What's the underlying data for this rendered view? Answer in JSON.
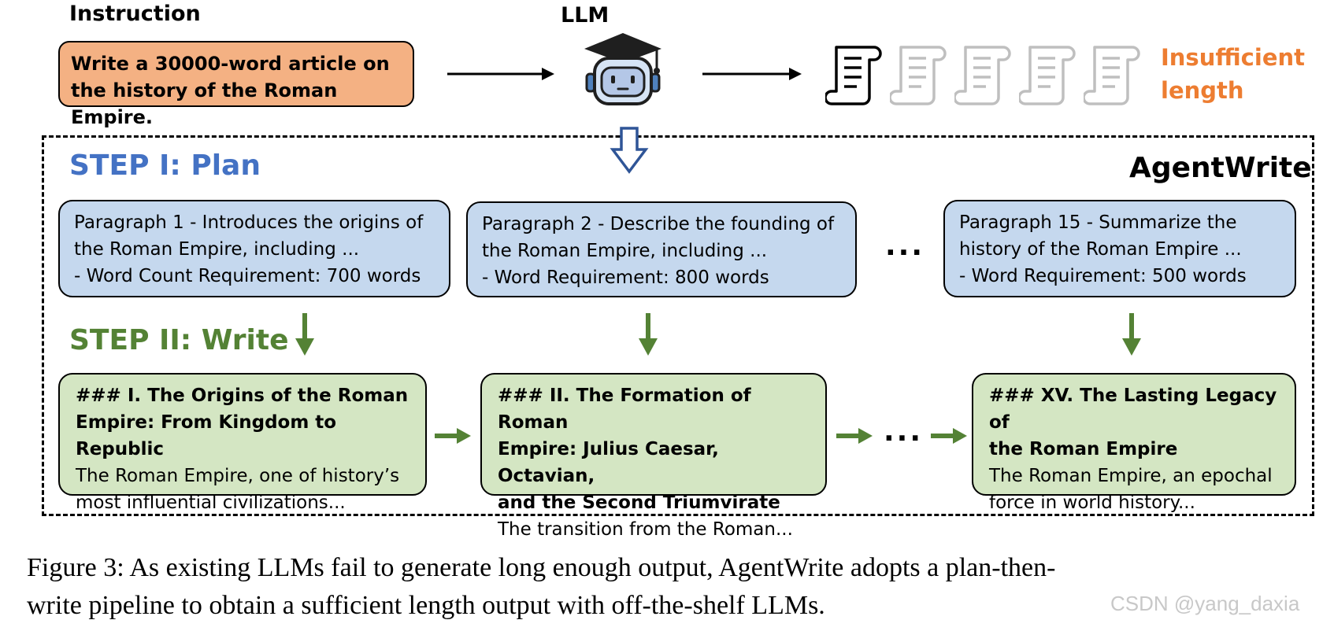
{
  "header": {
    "instruction_label": "Instruction",
    "llm_label": "LLM",
    "instruction_text": "Write a 30000-word article on the history of the Roman Empire.",
    "insufficient_line1": "Insufficient",
    "insufficient_line2": "length"
  },
  "frame": {
    "agentwrite_label": "AgentWrite",
    "step1_label": "STEP I: Plan",
    "step2_label": "STEP II: Write",
    "ellipsis": "..."
  },
  "plan": [
    {
      "line1": "Paragraph 1 - Introduces the origins of",
      "line2": "the Roman Empire, including ...",
      "line3": "- Word Count Requirement: 700 words"
    },
    {
      "line1": "Paragraph 2 - Describe the founding of",
      "line2": "the Roman Empire, including ...",
      "line3": "- Word Requirement: 800 words"
    },
    {
      "line1": "Paragraph 15 - Summarize the",
      "line2": "history of the Roman Empire ...",
      "line3": "- Word Requirement: 500 words"
    }
  ],
  "write": [
    {
      "heading1": "### I. The Origins of the Roman",
      "heading2": "Empire: From Kingdom to Republic",
      "body1": "The Roman Empire, one of history’s",
      "body2": "most influential civilizations..."
    },
    {
      "heading1": "### II. The Formation of Roman",
      "heading2": "Empire: Julius Caesar, Octavian,",
      "heading3": "and the Second Triumvirate",
      "body1": "The transition from the Roman..."
    },
    {
      "heading1": "### XV. The Lasting Legacy of",
      "heading2": "the Roman Empire",
      "body1": "The Roman Empire, an epochal",
      "body2": "force in world history..."
    }
  ],
  "caption": {
    "line1": "Figure 3:  As existing LLMs fail to generate long enough output, AgentWrite adopts a plan-then-",
    "line2": "write pipeline to obtain a sufficient length output with off-the-shelf LLMs."
  },
  "watermark": "CSDN @yang_daxia",
  "colors": {
    "instruction_fill": "#f4b183",
    "plan_fill": "#c5d8ee",
    "write_fill": "#d4e6c3",
    "step1_color": "#4472c4",
    "step2_color": "#548235",
    "insufficient_color": "#ed7d31",
    "arrow_green": "#548235",
    "arrow_blue": "#2f5597"
  },
  "icons": [
    "robot-graduate-icon",
    "scroll-icon",
    "hollow-down-arrow-icon"
  ]
}
